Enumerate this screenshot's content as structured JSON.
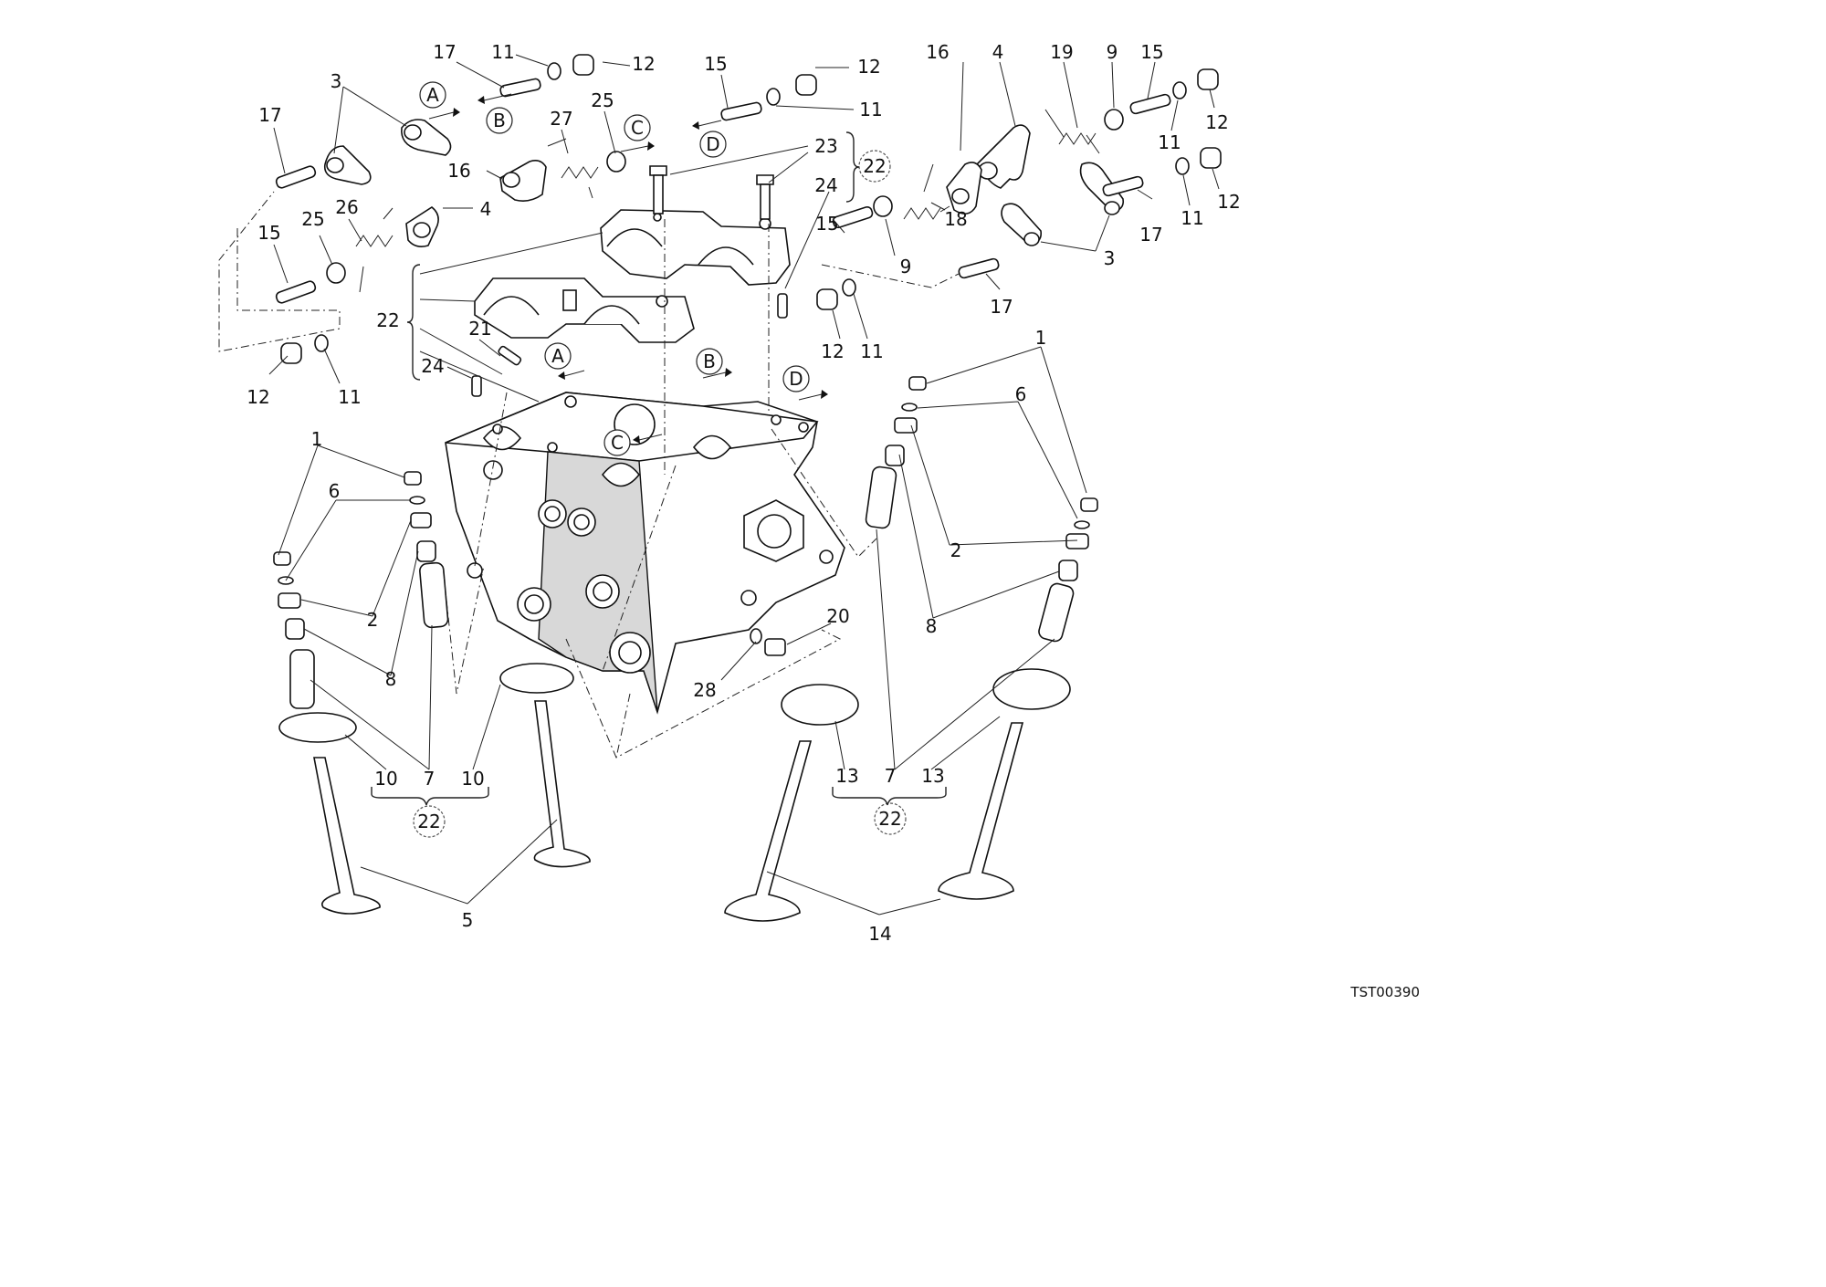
{
  "document_code": "TST00390",
  "view_letters": [
    "A",
    "B",
    "C",
    "D"
  ],
  "kit_ref": "22",
  "callouts": {
    "n1": "1",
    "n2": "2",
    "n3": "3",
    "n4": "4",
    "n5": "5",
    "n6": "6",
    "n7": "7",
    "n8": "8",
    "n9": "9",
    "n10": "10",
    "n11": "11",
    "n12": "12",
    "n13": "13",
    "n14": "14",
    "n15": "15",
    "n16": "16",
    "n17": "17",
    "n18": "18",
    "n19": "19",
    "n20": "20",
    "n21": "21",
    "n22": "22",
    "n23": "23",
    "n24": "24",
    "n25": "25",
    "n26": "26",
    "n27": "27",
    "n28": "28"
  }
}
